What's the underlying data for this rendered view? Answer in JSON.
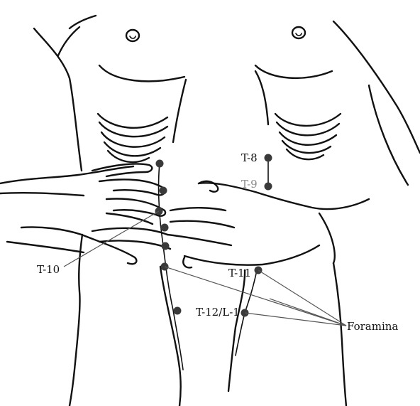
{
  "labels": {
    "t8": "T-8",
    "t9": "T-9",
    "t10": "T-10",
    "t11": "T-11",
    "t12_l1": "T-12/L-1",
    "foramina": "Foramina"
  }
}
